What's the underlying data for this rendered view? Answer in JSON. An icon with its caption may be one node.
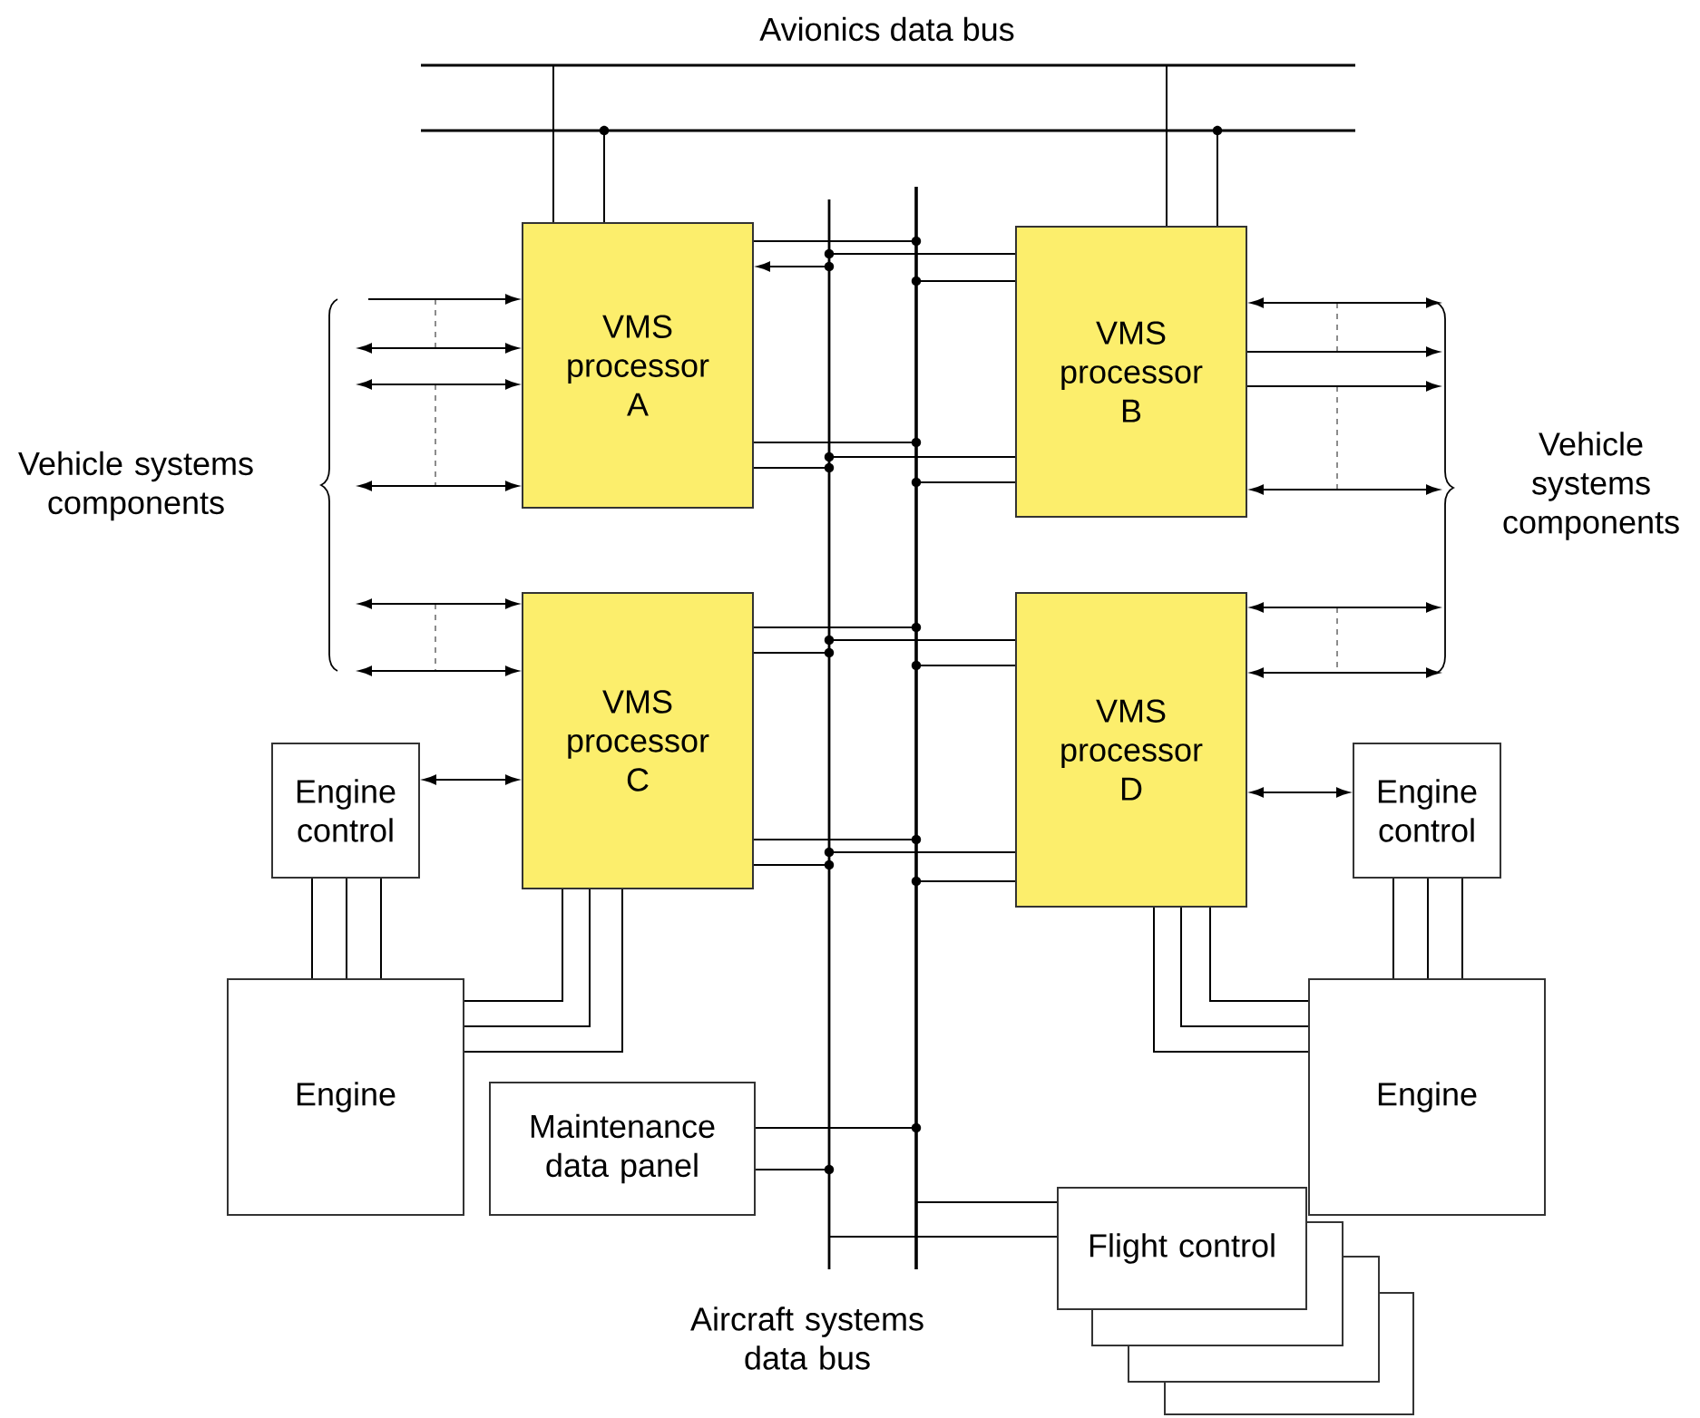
{
  "diagram": {
    "nodes": [
      {
        "text": [],
        "shape": "bar"
      },
      {
        "text": [],
        "shape": "bar"
      },
      {
        "text": [],
        "shape": "bar"
      },
      {
        "text": [],
        "shape": "bar"
      },
      {
        "text": [
          "VMS processor A"
        ]
      },
      {
        "text": [
          "VMS processor B"
        ]
      },
      {
        "text": [
          "VMS processor C"
        ]
      },
      {
        "text": [
          "VMS processor D"
        ]
      },
      {
        "text": [
          "Engine control"
        ]
      },
      {
        "text": [
          "Engine control"
        ]
      },
      {
        "text": [
          "Engine"
        ]
      },
      {
        "text": [
          "Engine"
        ]
      },
      {
        "text": [
          "Maintenance data panel"
        ]
      },
      {
        "text": [
          "Flight control"
        ]
      },
      {
        "text": [],
        "shape": "box"
      },
      {
        "text": [],
        "shape": "box"
      },
      {
        "text": [],
        "shape": "box"
      }
    ],
    "edges": [
      {
        "from": 4,
        "to": 0,
        "arrow": "none"
      },
      {
        "from": 4,
        "to": 1,
        "arrow": "none"
      },
      {
        "from": 5,
        "to": 0,
        "arrow": "none"
      },
      {
        "from": 5,
        "to": 1,
        "arrow": "none"
      },
      {
        "from": 4,
        "to": 3,
        "arrow": "none"
      },
      {
        "from": 2,
        "to": 4,
        "arrow": "to"
      },
      {
        "from": 4,
        "to": 3,
        "arrow": "none"
      },
      {
        "from": 4,
        "to": 2,
        "arrow": "none"
      },
      {
        "from": 5,
        "to": 2,
        "arrow": "none"
      },
      {
        "from": 5,
        "to": 3,
        "arrow": "none"
      },
      {
        "from": 5,
        "to": 2,
        "arrow": "none"
      },
      {
        "from": 5,
        "to": 3,
        "arrow": "none"
      },
      {
        "from": 6,
        "to": 3,
        "arrow": "none"
      },
      {
        "from": 6,
        "to": 2,
        "arrow": "none"
      },
      {
        "from": 6,
        "to": 3,
        "arrow": "none"
      },
      {
        "from": 6,
        "to": 2,
        "arrow": "none"
      },
      {
        "from": 7,
        "to": 2,
        "arrow": "none"
      },
      {
        "from": 7,
        "to": 3,
        "arrow": "none"
      },
      {
        "from": 7,
        "to": 2,
        "arrow": "none"
      },
      {
        "from": 7,
        "to": 3,
        "arrow": "none"
      },
      {
        "from": 8,
        "to": 6,
        "arrow": "both"
      },
      {
        "from": 7,
        "to": 9,
        "arrow": "both"
      },
      {
        "from": 8,
        "to": 10,
        "arrow": "none"
      },
      {
        "from": 8,
        "to": 10,
        "arrow": "none"
      },
      {
        "from": 8,
        "to": 10,
        "arrow": "none"
      },
      {
        "from": 9,
        "to": 11,
        "arrow": "none"
      },
      {
        "from": 9,
        "to": 11,
        "arrow": "none"
      },
      {
        "from": 9,
        "to": 11,
        "arrow": "none"
      },
      {
        "from": 10,
        "to": 6,
        "arrow": "none"
      },
      {
        "from": 10,
        "to": 6,
        "arrow": "none"
      },
      {
        "from": 10,
        "to": 6,
        "arrow": "none"
      },
      {
        "from": 11,
        "to": 7,
        "arrow": "none"
      },
      {
        "from": 11,
        "to": 7,
        "arrow": "none"
      },
      {
        "from": 11,
        "to": 7,
        "arrow": "none"
      },
      {
        "from": 12,
        "to": 3,
        "arrow": "none"
      },
      {
        "from": 12,
        "to": 2,
        "arrow": "none"
      },
      {
        "from": 3,
        "to": 13,
        "arrow": "none"
      },
      {
        "from": 2,
        "to": 13,
        "arrow": "none"
      },
      {
        "from": null,
        "to": 4,
        "arrow": "to"
      },
      {
        "from": null,
        "to": 4,
        "arrow": "both"
      },
      {
        "from": null,
        "to": 4,
        "arrow": "both"
      },
      {
        "from": null,
        "to": 4,
        "arrow": "both"
      },
      {
        "from": null,
        "to": 6,
        "arrow": "both"
      },
      {
        "from": null,
        "to": 6,
        "arrow": "both"
      },
      {
        "from": 5,
        "to": null,
        "arrow": "both"
      },
      {
        "from": 5,
        "to": null,
        "arrow": "to"
      },
      {
        "from": 5,
        "to": null,
        "arrow": "to"
      },
      {
        "from": 5,
        "to": null,
        "arrow": "both"
      },
      {
        "from": 7,
        "to": null,
        "arrow": "both"
      },
      {
        "from": 7,
        "to": null,
        "arrow": "both"
      }
    ],
    "labels": [
      "Avionics data bus",
      "Vehicle systems components",
      "Vehicle systems components",
      "Aircraft systems data bus"
    ]
  }
}
